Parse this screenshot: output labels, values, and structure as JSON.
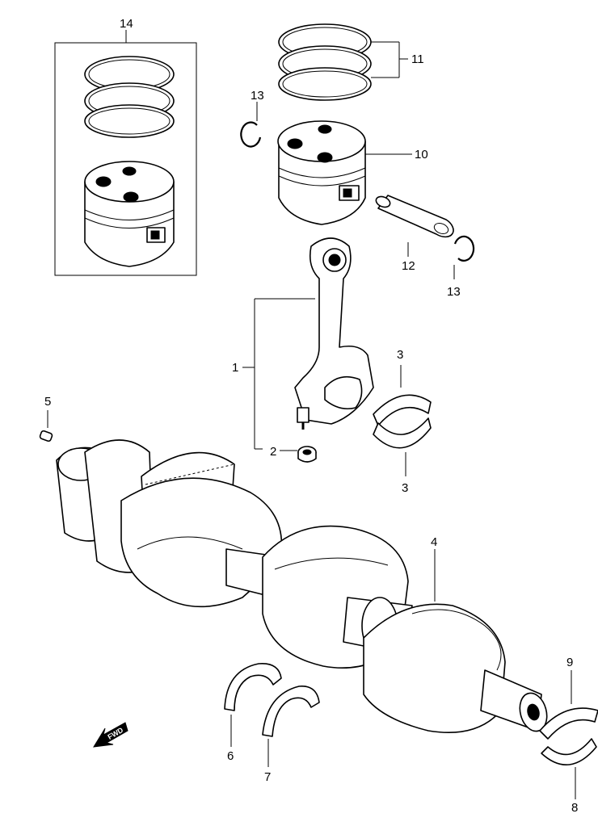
{
  "diagram": {
    "callouts": {
      "c1": "1",
      "c2": "2",
      "c3a": "3",
      "c3b": "3",
      "c4": "4",
      "c5": "5",
      "c6": "6",
      "c7": "7",
      "c8": "8",
      "c9": "9",
      "c10": "10",
      "c11": "11",
      "c12": "12",
      "c13a": "13",
      "c13b": "13",
      "c14": "14"
    },
    "direction_arrow": {
      "label": "FWD"
    }
  }
}
